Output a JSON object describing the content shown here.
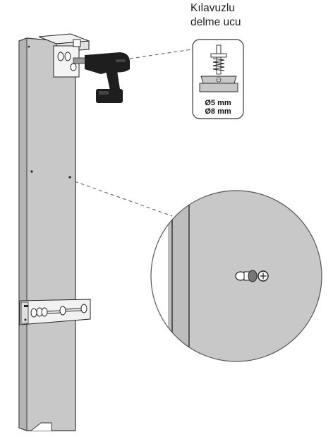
{
  "callout": {
    "title_line1": "Kılavuzlu",
    "title_line2": "delme ucu"
  },
  "bit_specs": [
    "Ø5 mm",
    "Ø8 mm"
  ],
  "colors": {
    "panel": "#c8c8c8",
    "panel_stroke": "#3a3a3a",
    "drill_body": "#1e1e1e",
    "jig_metal": "#f2f2f2",
    "leader_line": "#555555"
  },
  "icons": [
    "drill-icon",
    "drill-bit-icon",
    "cam-lock-icon"
  ]
}
